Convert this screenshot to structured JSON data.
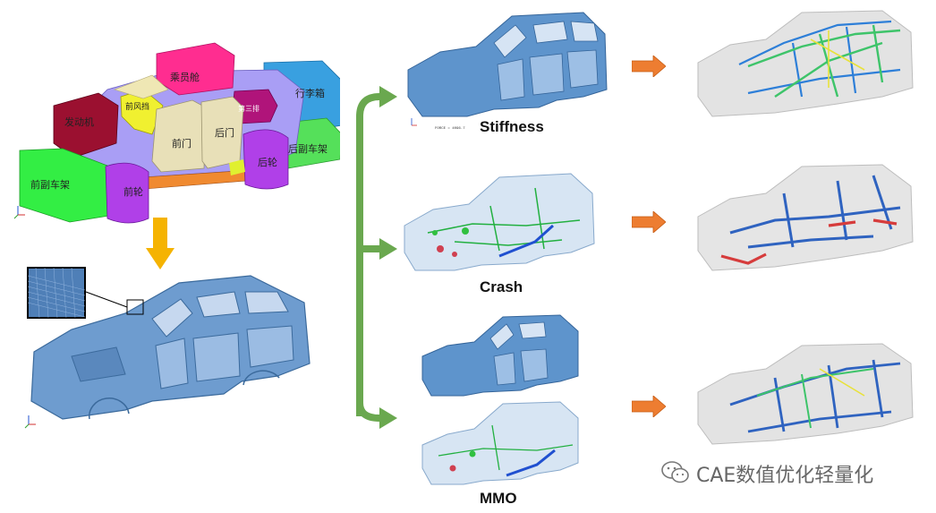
{
  "module_labels": {
    "engine": "发动机",
    "cabin": "乘员舱",
    "windshield": "前风挡",
    "trunk": "行李箱",
    "front_door": "前门",
    "rear_door": "后门",
    "third_row": "第三排",
    "front_wheel": "前轮",
    "rear_wheel": "后轮",
    "front_subframe": "前副车架",
    "rear_subframe": "后副车架"
  },
  "branches": {
    "stiffness": "Stiffness",
    "crash": "Crash",
    "mmo": "MMO"
  },
  "watermark": "CAE数值优化轻量化",
  "colors": {
    "body_blue": "#5b8fc7",
    "green_arrow": "#6aa84f",
    "orange_arrow": "#ed7d31",
    "yellow_arrow": "#f5b301"
  }
}
